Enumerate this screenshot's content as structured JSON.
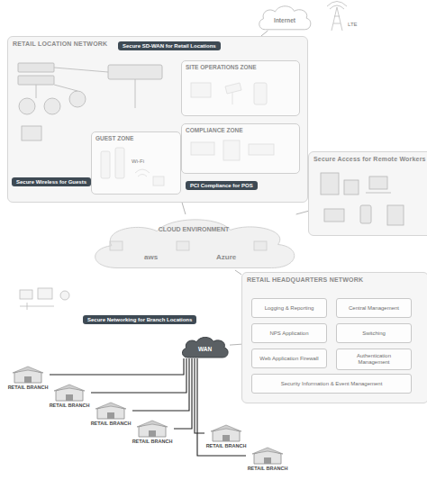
{
  "diagram": {
    "nodes": [
      {
        "text": [
          "RETAIL LOCATION NETWORK"
        ]
      },
      {
        "text": [
          "SITE OPERATIONS ZONE"
        ],
        "in": 0
      },
      {
        "text": [
          "COMPLIANCE ZONE"
        ],
        "in": 0
      },
      {
        "text": [
          "GUEST ZONE"
        ],
        "in": 0
      },
      {
        "text": [
          "Internet"
        ]
      },
      {
        "text": [
          "Secure Access for Remote Workers"
        ]
      },
      {
        "text": [
          "CLOUD ENVIRONMENT"
        ]
      },
      {
        "text": [
          "RETAIL HEADQUARTERS NETWORK"
        ]
      },
      {
        "text": [
          "Logging & Reporting"
        ],
        "in": 7
      },
      {
        "text": [
          "Central Management"
        ],
        "in": 7
      },
      {
        "text": [
          "NPS Application"
        ],
        "in": 7
      },
      {
        "text": [
          "Switching"
        ],
        "in": 7
      },
      {
        "text": [
          "Web Application Firewall"
        ],
        "in": 7
      },
      {
        "text": [
          "Authentication Management"
        ],
        "in": 7
      },
      {
        "text": [
          "Security Information & Event Management"
        ],
        "in": 7
      },
      {
        "text": [
          "WAN"
        ]
      },
      {
        "text": [
          "Secure Networking for Branch Locations"
        ]
      },
      {
        "text": [
          "RETAIL BRANCH"
        ]
      },
      {
        "text": [
          "RETAIL BRANCH"
        ]
      },
      {
        "text": [
          "RETAIL BRANCH"
        ]
      },
      {
        "text": [
          "RETAIL BRANCH"
        ]
      },
      {
        "text": [
          "RETAIL BRANCH"
        ]
      },
      {
        "text": [
          "RETAIL BRANCH"
        ]
      },
      {
        "text": [
          "Secure SD-WAN for Retail Locations"
        ],
        "in": 0
      },
      {
        "text": [
          "PCI Compliance for POS"
        ],
        "in": 0
      },
      {
        "text": [
          "Secure Wireless for Guests"
        ],
        "in": 0
      }
    ],
    "edges": [
      {
        "from": 4,
        "to": 0,
        "arrow": "none"
      },
      {
        "from": 0,
        "to": 6,
        "arrow": "none"
      },
      {
        "from": 6,
        "to": 5,
        "arrow": "none"
      },
      {
        "from": 6,
        "to": 7,
        "arrow": "none"
      },
      {
        "from": 15,
        "to": 7,
        "arrow": "none"
      },
      {
        "from": 15,
        "to": 17,
        "arrow": "none"
      },
      {
        "from": 15,
        "to": 18,
        "arrow": "none"
      },
      {
        "from": 15,
        "to": 19,
        "arrow": "none"
      },
      {
        "from": 15,
        "to": 20,
        "arrow": "none"
      },
      {
        "from": 15,
        "to": 21,
        "arrow": "none"
      },
      {
        "from": 15,
        "to": 22,
        "arrow": "none"
      }
    ],
    "labels": [
      "aws",
      "Azure",
      "LTE",
      "Wi-Fi"
    ]
  }
}
